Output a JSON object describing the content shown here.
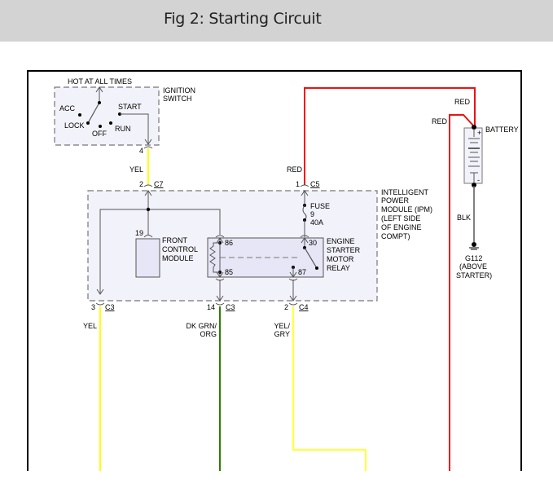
{
  "header": {
    "title": "Fig 2: Starting Circuit"
  },
  "diagram": {
    "hot_label": "HOT AT ALL TIMES",
    "ignition_switch": {
      "label_lines": [
        "IGNITION",
        "SWITCH"
      ],
      "positions": [
        "ACC",
        "LOCK",
        "OFF",
        "RUN",
        "START"
      ],
      "pin": "4"
    },
    "wires": {
      "ign_to_ipm": "YEL",
      "battery_to_ipm": "RED",
      "battery_feed_1": "RED",
      "battery_feed_2": "RED",
      "battery_ground": "BLK",
      "out_c3_3": "YEL",
      "out_c3_14_lines": [
        "DK GRN/",
        "ORG"
      ],
      "out_c4_2_lines": [
        "YEL/",
        "GRY"
      ]
    },
    "connectors": {
      "c7": {
        "pin": "2",
        "name": "C7"
      },
      "c5": {
        "pin": "1",
        "name": "C5"
      },
      "c3a": {
        "pin": "3",
        "name": "C3"
      },
      "c3b": {
        "pin": "14",
        "name": "C3"
      },
      "c4": {
        "pin": "2",
        "name": "C4"
      }
    },
    "ipm": {
      "label_lines": [
        "INTELLIGENT",
        "POWER",
        "MODULE (IPM)",
        "(LEFT SIDE",
        "OF ENGINE",
        "COMPT)"
      ]
    },
    "fcm": {
      "pin": "19",
      "label_lines": [
        "FRONT",
        "CONTROL",
        "MODULE"
      ]
    },
    "fuse": {
      "label_lines": [
        "FUSE",
        "9",
        "40A"
      ]
    },
    "relay": {
      "label_lines": [
        "ENGINE",
        "STARTER",
        "MOTOR",
        "RELAY"
      ],
      "pins": {
        "p86": "86",
        "p85": "85",
        "p30": "30",
        "p87": "87"
      }
    },
    "battery": {
      "label": "BATTERY",
      "plus": "+",
      "minus": "-"
    },
    "ground": {
      "label_lines": [
        "G112",
        "(ABOVE",
        "STARTER)"
      ]
    }
  },
  "colors": {
    "yellow": "#ffff00",
    "red": "#ee1111",
    "green": "#2e7d00",
    "black": "#000000",
    "gray": "#555555",
    "box_fill": "#f2f2fb"
  }
}
